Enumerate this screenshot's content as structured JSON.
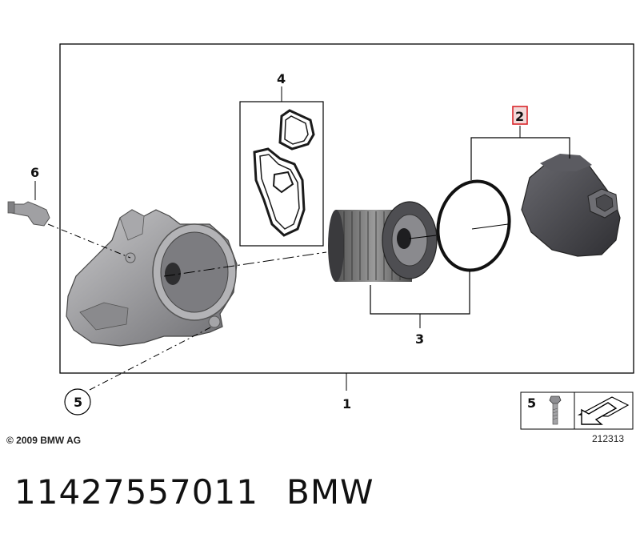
{
  "callouts": {
    "c1": "1",
    "c2": "2",
    "c3": "3",
    "c4": "4",
    "c5": "5",
    "c6": "6",
    "legend_num": "5"
  },
  "copyright": "© 2009 BMW AG",
  "diagram_id": "212313",
  "part_number": "11427557011",
  "brand": "BMW",
  "colors": {
    "frame": "#000000",
    "highlight": "#d9262b",
    "metal": "#9a9a9c",
    "dark_part": "#4a4a4e"
  }
}
